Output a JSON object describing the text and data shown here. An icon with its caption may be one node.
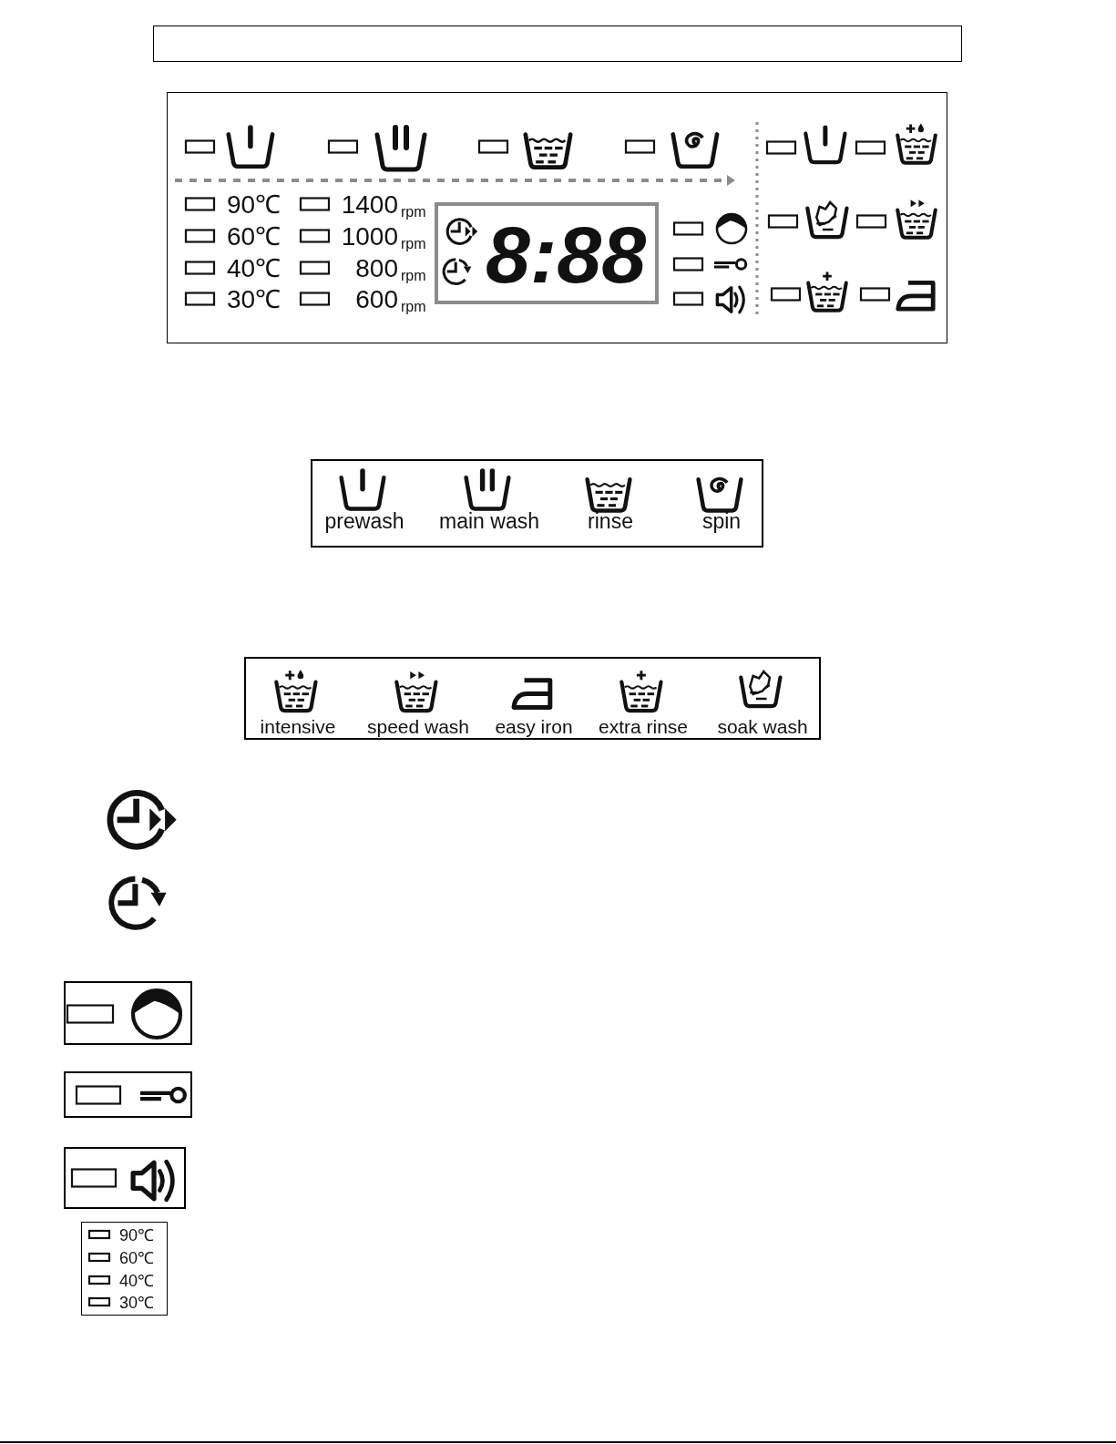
{
  "diagram": {
    "nodes": [
      {
        "text": [],
        "shape": "box"
      },
      {
        "text": [
          "90℃",
          "60℃",
          "40℃",
          "30℃",
          "1400",
          "rpm",
          "1000",
          "rpm",
          "800",
          "rpm",
          "600",
          "rpm"
        ]
      },
      {
        "text": [
          "8:88"
        ],
        "in": 1
      },
      {
        "text": [
          "prewash",
          "main wash",
          "rinse",
          "spin"
        ]
      },
      {
        "text": [
          "intensive",
          "speed wash",
          "easy iron",
          "extra rinse",
          "soak wash"
        ]
      },
      {
        "text": [],
        "shape": "box"
      },
      {
        "text": [],
        "shape": "box"
      },
      {
        "text": [],
        "shape": "box"
      },
      {
        "text": [
          "90℃",
          "60℃",
          "40℃",
          "30℃"
        ]
      }
    ]
  }
}
